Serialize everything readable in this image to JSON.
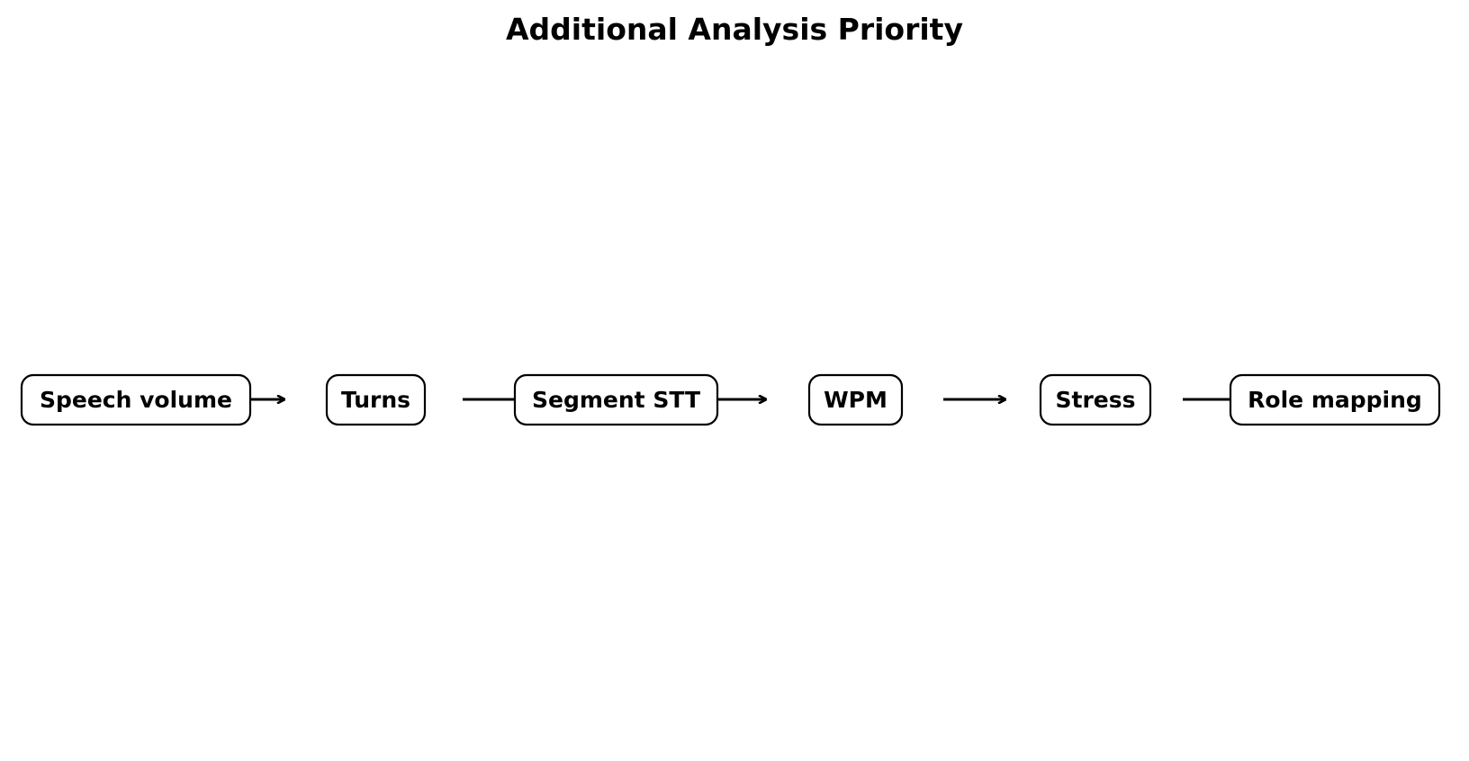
{
  "title": "Additional Analysis Priority",
  "nodes": [
    {
      "id": "speech-volume",
      "label": "Speech volume"
    },
    {
      "id": "turns",
      "label": "Turns"
    },
    {
      "id": "segment-stt",
      "label": "Segment STT"
    },
    {
      "id": "wpm",
      "label": "WPM"
    },
    {
      "id": "stress",
      "label": "Stress"
    },
    {
      "id": "role-mapping",
      "label": "Role mapping"
    }
  ],
  "edges": [
    {
      "from": "speech-volume",
      "to": "turns"
    },
    {
      "from": "turns",
      "to": "segment-stt"
    },
    {
      "from": "segment-stt",
      "to": "wpm"
    },
    {
      "from": "wpm",
      "to": "stress"
    },
    {
      "from": "stress",
      "to": "role-mapping"
    }
  ]
}
